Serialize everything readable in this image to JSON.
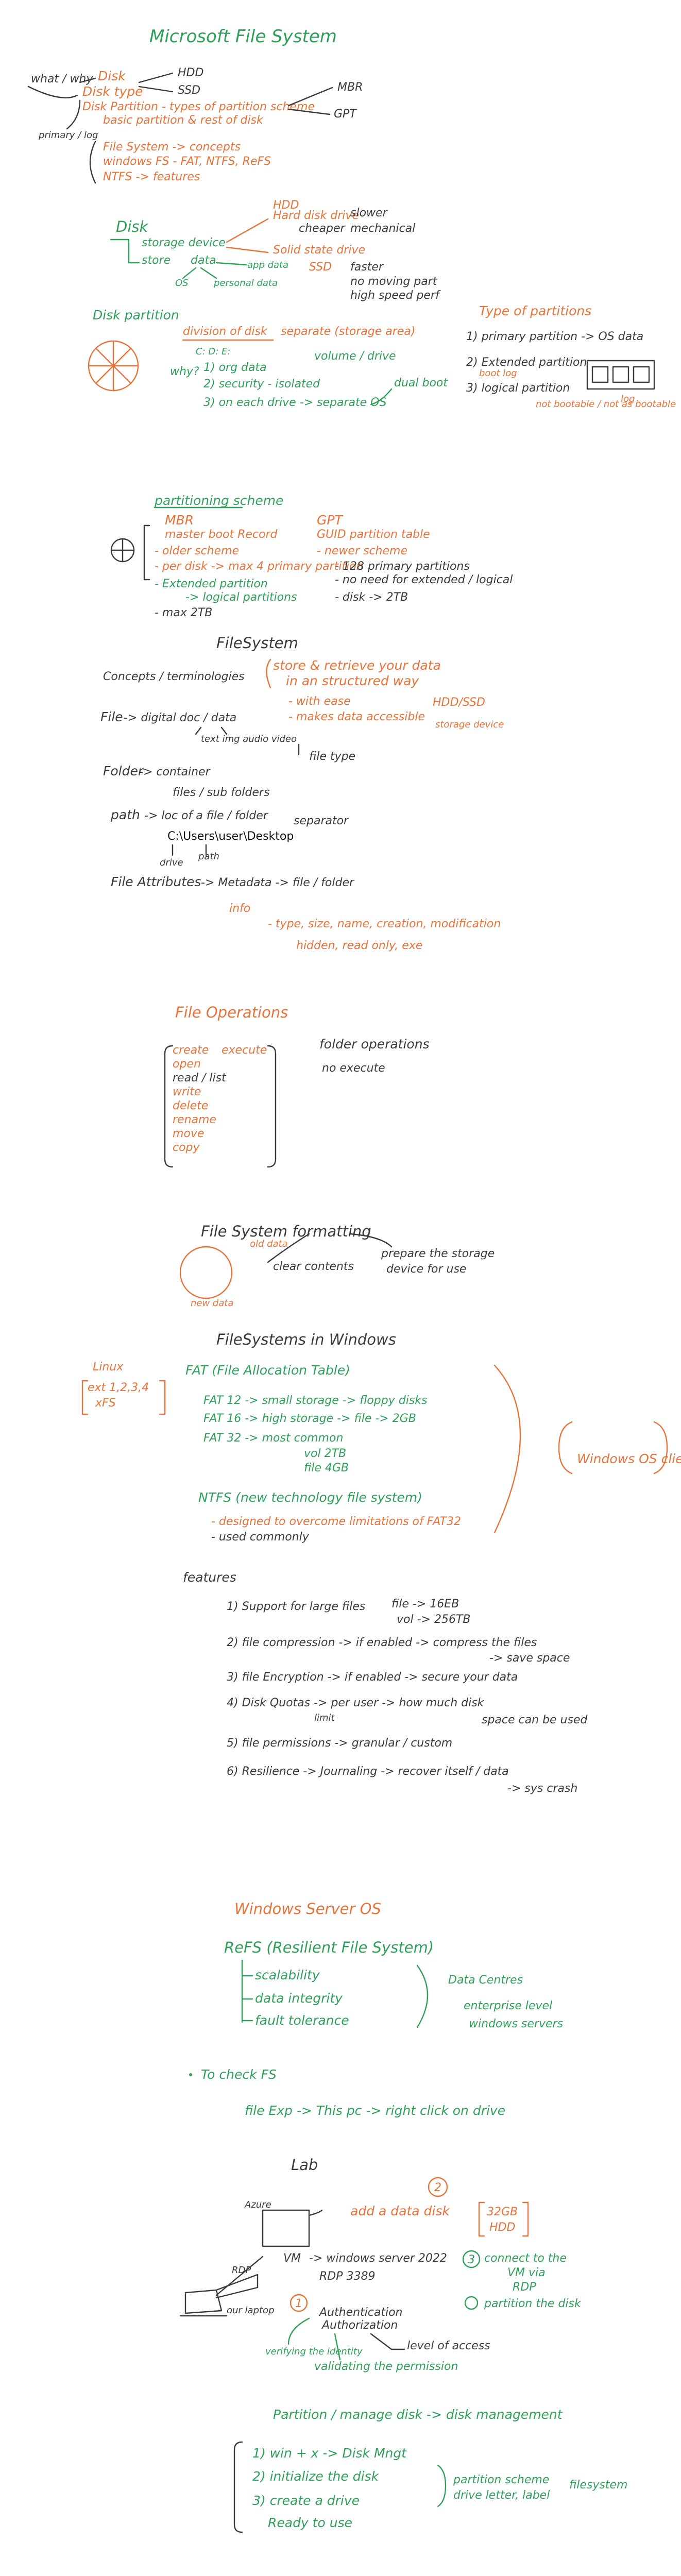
{
  "title": "Microsoft File System",
  "intro": {
    "disk": "Disk",
    "disk_type": "Disk type",
    "hdd": "HDD",
    "ssd": "SSD",
    "disk_partition_line": "Disk Partition - types of partition scheme",
    "basic_partition_line": "basic partition & rest of disk",
    "mbr": "MBR",
    "gpt": "GPT",
    "what_why": "what / why",
    "primary_log": "primary / log",
    "file_system_concepts": "File System -> concepts",
    "windows_fs": "windows FS - FAT, NTFS, ReFS",
    "ntfs_features": "NTFS -> features"
  },
  "disk_section": {
    "disk": "Disk",
    "storage_device": "storage device",
    "stores": "store",
    "data": "data",
    "os": "OS",
    "personal_data": "personal data",
    "app_data": "app data",
    "hard_disk_drive": "Hard disk drive",
    "hdd": "HDD",
    "slower": "slower",
    "cheaper": "cheaper",
    "mechanical": "mechanical",
    "solid_state_drive": "Solid state drive",
    "ssd": "SSD",
    "faster": "faster",
    "no_moving_part": "no moving part",
    "high_speed_perf": "high speed perf"
  },
  "partition_section": {
    "disk_partition": "Disk partition",
    "division_of_disk": "division of disk",
    "separate_storage_area": "separate (storage area)",
    "drive_letters": "C:  D:  E:",
    "volume_drive": "volume / drive",
    "why": "why?",
    "reason_1": "1) org data",
    "reason_2": "2) security - isolated",
    "reason_3": "3) on each drive -> separate OS",
    "dual_boot": "dual boot",
    "types_title": "Type of partitions",
    "type_1": "1) primary partition -> OS data",
    "type_2": "2) Extended partition",
    "type_3": "3) logical partition",
    "boot_log": "boot log",
    "not_as_bootable": "not bootable / not as bootable",
    "log_label": "log"
  },
  "scheme_section": {
    "title": "partitioning scheme",
    "mbr": "MBR",
    "master_boot_record": "master boot Record",
    "gpt": "GPT",
    "guid_partition_table": "GUID partition table",
    "older_scheme": "- older scheme",
    "per_disk": "- per disk -> max 4 primary partition",
    "extended_partition": "- Extended partition",
    "logical_partitions": "-> logical partitions",
    "max_2tb": "- max 2TB",
    "newer_scheme": "- newer scheme",
    "gpt_primary": "- 128 primary partitions",
    "no_need_ext": "- no need for extended / logical",
    "gpt_size": "- disk -> 2TB"
  },
  "filesystem_section": {
    "title": "FileSystem",
    "concepts": "Concepts / terminologies",
    "store_retrieve": "store & retrieve your data",
    "in_structured": "in an structured way",
    "hdd_ssd": "HDD/SSD",
    "storage_device": "storage device",
    "with_ease": "- with ease",
    "make_data_accessible": "- makes data accessible",
    "file": "File",
    "digital_doc": "-> digital doc / data",
    "text_img_audio_video": "text img audio video",
    "file_type": "file type",
    "folder": "Folder",
    "container": "-> container",
    "files_and_folders": "files / sub folders",
    "path": "path",
    "loc_of_file": "-> loc of a file / folder",
    "separator": "separator",
    "path_example": "C:\\Users\\user\\Desktop",
    "drive": "drive",
    "path_word": "path",
    "file_attributes": "File Attributes",
    "metadata": "-> Metadata -> file / folder",
    "info": "info",
    "info_detail_1": "- type, size, name, creation, modification",
    "info_detail_2": "hidden, read only, exe"
  },
  "operations": {
    "file_title": "File Operations",
    "file_ops": [
      "create",
      "open",
      "read / list",
      "write",
      "delete",
      "rename",
      "move",
      "copy"
    ],
    "execute": "execute",
    "folder_title": "folder operations",
    "no_execute": "no execute"
  },
  "formatting": {
    "title": "File System formatting",
    "old_data": "old data",
    "new_data": "new data",
    "clear_contents": "clear contents",
    "prepare": "prepare the storage",
    "device_for_use": "device for use"
  },
  "windows_fs": {
    "title": "FileSystems in Windows",
    "linux": "Linux",
    "ext": "ext 1,2,3,4",
    "xfs": "xFS",
    "fat_title": "FAT (File Allocation Table)",
    "fat12": "FAT 12 -> small storage -> floppy disks",
    "fat16": "FAT 16 -> high storage -> file -> 2GB",
    "fat32": "FAT 32 -> most common",
    "fat32_vol": "vol 2TB",
    "fat32_file": "file 4GB",
    "ntfs_title": "NTFS (new technology file system)",
    "ntfs_design": "- designed to overcome limitations of FAT32",
    "ntfs_used": "- used commonly",
    "windows_os_client": "Windows OS client",
    "features_title": "features",
    "f1": "1) Support for large files",
    "f1_file": "file -> 16EB",
    "f1_vol": "vol -> 256TB",
    "f2": "2) file compression -> if enabled -> compress the files",
    "f2_b": "-> save space",
    "f3": "3) file Encryption -> if enabled -> secure your data",
    "f4": "4) Disk Quotas -> per user -> how much disk",
    "f4_limit": "limit",
    "f4_b": "space can be used",
    "f5": "5) file permissions -> granular / custom",
    "f6": "6) Resilience -> Journaling -> recover itself / data",
    "f6_b": "-> sys crash"
  },
  "server": {
    "title": "Windows Server OS",
    "refs": "ReFS (Resilient File System)",
    "scalability": "scalability",
    "data_integrity": "data integrity",
    "fault_tolerance": "fault tolerance",
    "data_centres": "Data Centres",
    "enterprise": "enterprise level",
    "windows_servers": "windows servers"
  },
  "to_check": {
    "title": "To check FS",
    "steps": "file Exp -> This pc -> right click on drive"
  },
  "lab": {
    "title": "Lab",
    "azure": "Azure",
    "vm": "VM",
    "windows_server": "-> windows server 2022",
    "rdp": "RDP 3389",
    "rdp_small": "RDP",
    "our_laptop": "our laptop",
    "add_disk": "add a data disk",
    "disk_size": "32GB",
    "disk_type": "HDD",
    "step2": "2",
    "step1": "1",
    "step3": "3",
    "connect": "connect to the",
    "vm_via": "VM via",
    "rdp3": "RDP",
    "partition_disk": "partition the disk",
    "authentication": "Authentication",
    "authorization": "Authorization",
    "level_of_access": "level of access",
    "verifying": "verifying the identity",
    "validating": "validating the permission"
  },
  "partition_steps": {
    "title": "Partition / manage disk -> disk management",
    "s1": "1) win + x -> Disk Mngt",
    "s2": "2) initialize the disk",
    "s3": "3) create a drive",
    "s4": "Ready to use",
    "partition_scheme": "partition scheme",
    "drive_letter": "drive letter, label",
    "filesystem": "filesystem"
  }
}
